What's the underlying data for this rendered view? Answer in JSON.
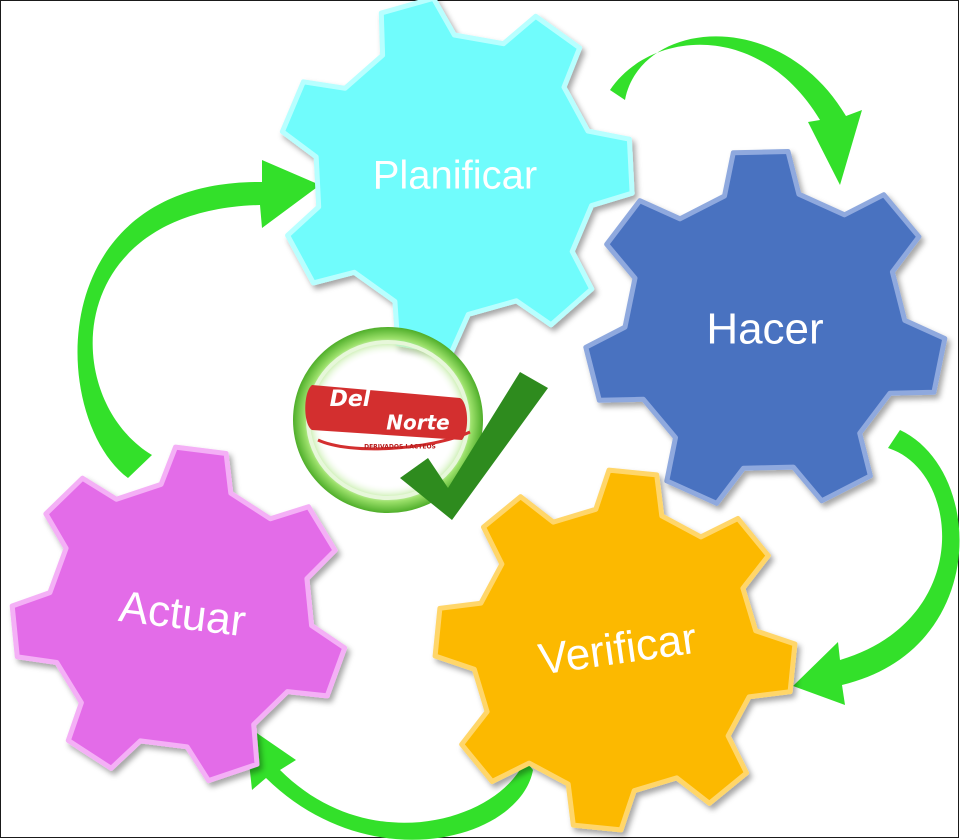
{
  "diagram": {
    "gears": [
      {
        "id": "planificar",
        "label": "Planificar",
        "color": "#6ffcfc",
        "edge": "#b8ffff"
      },
      {
        "id": "hacer",
        "label": "Hacer",
        "color": "#4a72c0",
        "edge": "#8fa9de"
      },
      {
        "id": "verificar",
        "label": "Verificar",
        "color": "#fcb900",
        "edge": "#ffd66b"
      },
      {
        "id": "actuar",
        "label": "Actuar",
        "color": "#e36ce8",
        "edge": "#f4b0f6"
      }
    ],
    "arrow_color": "#33e02a",
    "logo": {
      "line1": "Del",
      "line2": "Norte",
      "subtitle": "DERIVADOS LACTEOS",
      "brand_color": "#d32f2f",
      "ring_color": "#7ccd3a",
      "check_color": "#2e8b1e"
    }
  }
}
